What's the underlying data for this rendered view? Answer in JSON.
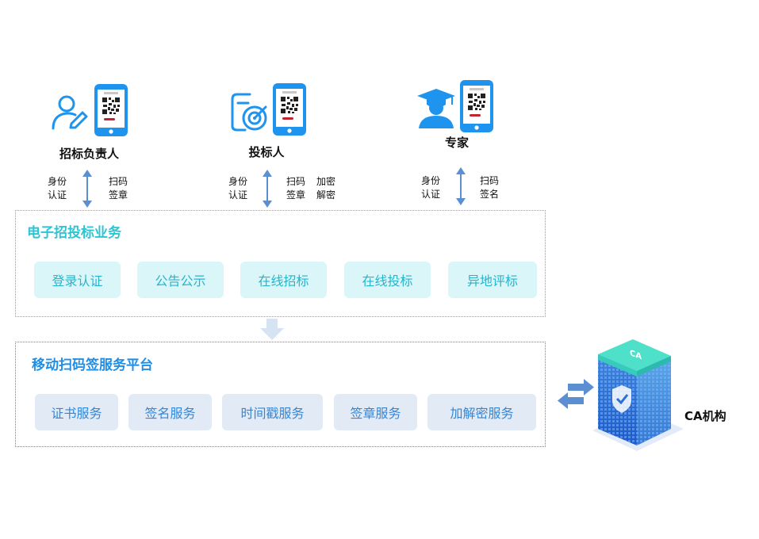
{
  "roles": [
    {
      "label": "招标负责人",
      "left": [
        "身份",
        "认证"
      ],
      "right": [
        "扫码",
        "签章"
      ],
      "extra": []
    },
    {
      "label": "投标人",
      "left": [
        "身份",
        "认证"
      ],
      "right": [
        "扫码",
        "签章"
      ],
      "extra": [
        "加密",
        "解密"
      ]
    },
    {
      "label": "专家",
      "left": [
        "身份",
        "认证"
      ],
      "right": [
        "扫码",
        "签名"
      ],
      "extra": []
    }
  ],
  "business": {
    "title": "电子招投标业务",
    "items": [
      "登录认证",
      "公告公示",
      "在线招标",
      "在线投标",
      "异地评标"
    ]
  },
  "platform": {
    "title": "移动扫码签服务平台",
    "items": [
      "证书服务",
      "签名服务",
      "时间戳服务",
      "签章服务",
      "加解密服务"
    ]
  },
  "ca": {
    "building_text": "CA",
    "label": "CA机构"
  },
  "colors": {
    "phone": "#1e94ee",
    "accent_cyan": "#27b4cb",
    "accent_blue": "#3187d6",
    "arrow": "#5b8fd1"
  },
  "icons": [
    "person-edit-icon",
    "target-icon",
    "graduate-icon",
    "phone-qr-icon",
    "building-icon",
    "exchange-arrows-icon"
  ]
}
